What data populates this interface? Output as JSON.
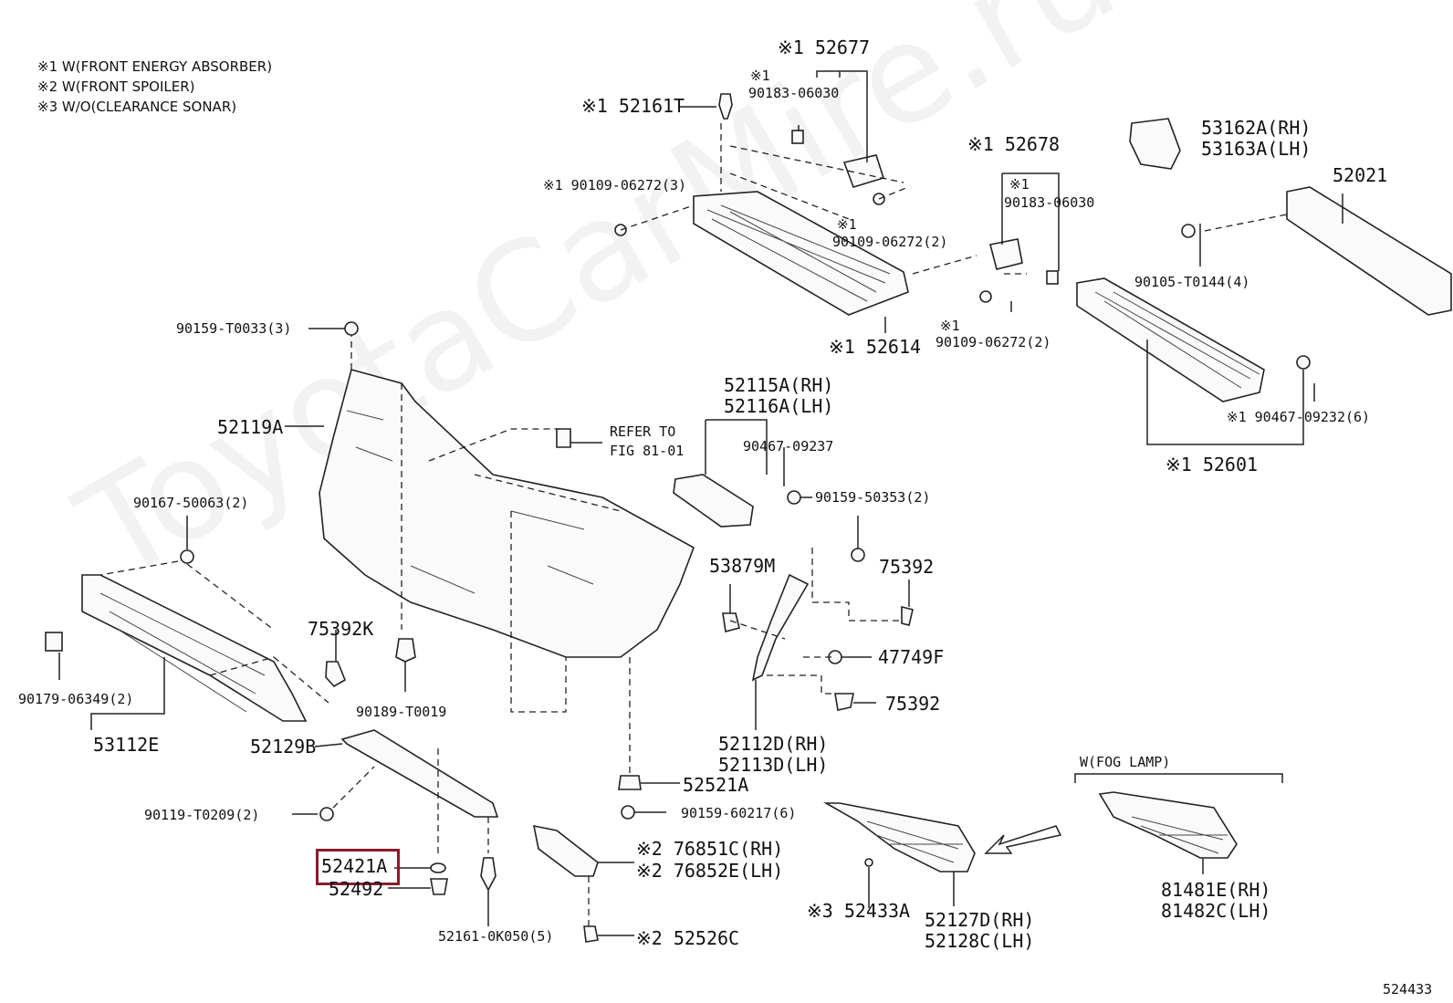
{
  "notes": [
    "※1 W(FRONT ENERGY ABSORBER)",
    "※2 W(FRONT SPOILER)",
    "※3 W/O(CLEARANCE SONAR)"
  ],
  "watermark": "ToyotaCarMire.ru",
  "figure_number": "524433",
  "highlighted_part": "52421A",
  "labels": {
    "p52677": "※1 52677",
    "p90183a1": "※1",
    "p90183a2": "90183-06030",
    "p52161T": "※1 52161T",
    "p90109a": "※1 90109-06272(3)",
    "p90109b1": "※1",
    "p90109b2": "90109-06272(2)",
    "p52614": "※1 52614",
    "p52678": "※1 52678",
    "p90183b1": "※1",
    "p90183b2": "90183-06030",
    "p90109c1": "※1",
    "p90109c2": "90109-06272(2)",
    "p53162A": "53162A(RH)",
    "p53163A": "53163A(LH)",
    "p52021": "52021",
    "p90105": "90105-T0144(4)",
    "p90467a": "※1 90467-09232(6)",
    "p52601": "※1 52601",
    "p90159a": "90159-T0033(3)",
    "p52119A": "52119A",
    "refer1": "REFER TO",
    "refer2": "FIG 81-01",
    "p52115A": "52115A(RH)",
    "p52116A": "52116A(LH)",
    "p90467b": "90467-09237",
    "p90159b": "90159-50353(2)",
    "p90167": "90167-50063(2)",
    "p53879M": "53879M",
    "p75392a": "75392",
    "p75392K": "75392K",
    "p47749F": "47749F",
    "p75392b": "75392",
    "p90179": "90179-06349(2)",
    "p90189": "90189-T0019",
    "p53112E": "53112E",
    "p52112D": "52112D(RH)",
    "p52113D": "52113D(LH)",
    "p52129B": "52129B",
    "p52521A": "52521A",
    "p90159c": "90159-60217(6)",
    "p90119": "90119-T0209(2)",
    "p52421A": "52421A",
    "p52492": "52492",
    "p76851C": "※2 76851C(RH)",
    "p76852E": "※2 76852E(LH)",
    "p52161b": "52161-0K050(5)",
    "p52526C": "※2 52526C",
    "p52433A": "※3 52433A",
    "p52127D": "52127D(RH)",
    "p52128C": "52128C(LH)",
    "fog": "W(FOG LAMP)",
    "p81481E": "81481E(RH)",
    "p81482C": "81482C(LH)"
  }
}
